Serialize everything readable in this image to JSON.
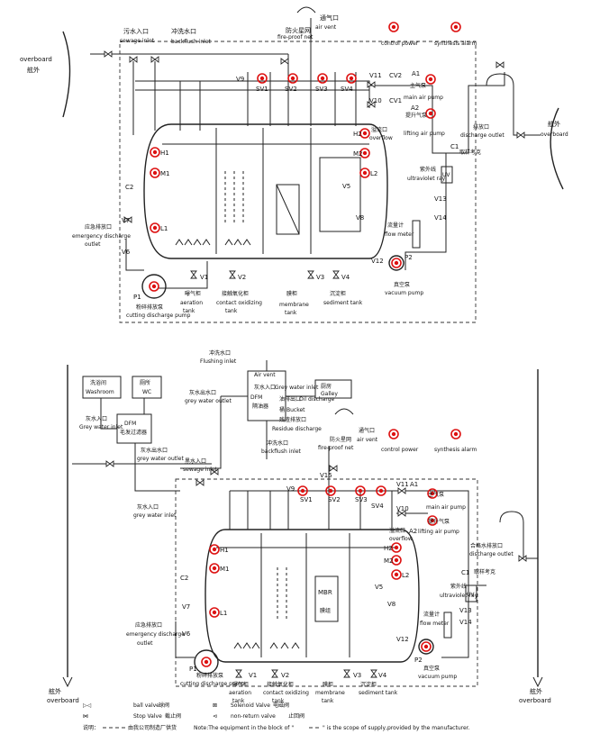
{
  "top": {
    "sewage_inlet_cn": "污水入口",
    "sewage_inlet_en": "sewage inlet",
    "backflush_cn": "冲洗水口",
    "backflush_en": "backflush inlet",
    "fireproof_cn": "防火星网",
    "fireproof_en": "fire-proof net",
    "airvent_cn": "通气口",
    "airvent_en": "air vent",
    "control_power_en": "control power",
    "synthesis_alarm_en": "synthesis alarm",
    "overboard_en": "overboard",
    "overboard_cn": "舷外",
    "overboard_r_cn": "舷外",
    "overboard_r_en": "overboard",
    "A1": "A1",
    "main_air_cn": "主气泵",
    "main_air_en": "main air pump",
    "A2": "A2",
    "lift_air_cn": "提升气泵",
    "lift_air_en": "lifting air pump",
    "discharge_cn": "排放口",
    "discharge_en": "discharge outlet",
    "sampling_cn": "取样考克",
    "overflow_cn": "溢流口",
    "overflow_en": "overflow",
    "uv_cn": "紫外线",
    "uv_en": "ultraviolet ray",
    "uv": "UV",
    "flow_cn": "流量计",
    "flow_en": "flow meter",
    "vacuum_cn": "真空泵",
    "vacuum_en": "vacuum pump",
    "emerg_cn": "应急排放口",
    "emerg_en": "emergency discharge",
    "outlet_en": "outlet",
    "cutting_cn": "粉碎排放泵",
    "cutting_en": "cutting discharge pump",
    "aeration_cn": "曝气柜",
    "aeration_en": "aeration",
    "tank_en": "tank",
    "contact_cn": "接触氧化柜",
    "contact_en": "contact oxidizing",
    "membrane_cn": "膜柜",
    "membrane_en": "membrane",
    "sediment_cn": "沉淀柜",
    "sediment_en": "sediment tank",
    "V9": "V9",
    "SV1": "SV1",
    "SV2": "SV2",
    "SV3": "SV3",
    "SV4": "SV4",
    "V11": "V11",
    "CV2": "CV2",
    "V10": "V10",
    "CV1": "CV1",
    "H1": "H1",
    "M1": "M1",
    "L1": "L1",
    "H2": "H2",
    "M2": "M2",
    "L2": "L2",
    "C2": "C2",
    "C1": "C1",
    "V7": "V7",
    "V6": "V6",
    "V5": "V5",
    "V8": "V8",
    "V12": "V12",
    "V13": "V13",
    "V14": "V14",
    "P1": "P1",
    "P2": "P2",
    "V1": "V1",
    "V2": "V2",
    "V3": "V3",
    "V4": "V4"
  },
  "bottom": {
    "washroom_cn": "洗浴间",
    "washroom_en": "Washroom",
    "wc_cn": "厕所",
    "wc_en": "WC",
    "flushing_cn": "冲洗水口",
    "flushing_en": "Flushing inlet",
    "airvent_en": "Air vent",
    "grey_in_cn": "灰水入口",
    "grey_in_en": "Grey water inlet",
    "oil_cn": "油排出口",
    "oil_en": "Oil discharge",
    "bucket_cn": "桶",
    "bucket_en": "Bucket",
    "residue_cn": "残渣排放口",
    "residue_en": "Residue discharge",
    "galley_cn": "厨房",
    "galley_en": "Galley",
    "dfm_o": "DFM",
    "dfm_o_cn": "隔油器",
    "grey_out_cn": "灰水出水口",
    "grey_out_en": "grey water outlet",
    "dfm_h": "DFM",
    "dfm_h_cn": "毛发过滤器",
    "grey_inlet_l_cn": "灰水入口",
    "grey_inlet_l_en": "Grey water inlet",
    "grey_out_l_cn": "灰水出水口",
    "grey_out_l_en": "grey water outlet",
    "sewage_in_cn": "黑水入口",
    "sewage_in_en": "sewage inlet",
    "backflush_cn": "冲洗水口",
    "backflush_en": "backflush inlet",
    "fireproof_cn": "防火星网",
    "fireproof_en": "fire-proof net",
    "airvent2_cn": "通气口",
    "airvent2_en": "air vent",
    "control_power_en": "control power",
    "synthesis_alarm_en": "synthesis alarm",
    "grey_water_inlet_cn": "灰水入口",
    "grey_water_inlet_en": "grey water inlet",
    "overboard_en": "overboard",
    "overboard_cn": "舷外",
    "overboard_r_cn": "舷外",
    "overboard_r_en": "overboard",
    "main_air_cn": "主气泵",
    "main_air_en": "main air pump",
    "lift_air_cn": "提升气泵",
    "lift_air_en": "lifting air pump",
    "overflow_cn": "溢流口",
    "overflow_en": "overflow",
    "discharge_cn": "合格水排放口",
    "discharge_en": "discharge outlet",
    "sampling_cn": "取样考克",
    "uv_cn": "紫外线",
    "uv_en": "ultraviolet ray",
    "uv": "UV",
    "flow_cn": "流量计",
    "flow_en": "flow meter",
    "vacuum_cn": "真空泵",
    "vacuum_en": "vacuum pump",
    "emerg_cn": "应急排放口",
    "emerg_en": "emergency discharge",
    "outlet_en": "outlet",
    "cutting_cn": "粉碎排放泵",
    "cutting_en": "cutting discharge pump",
    "aeration_cn": "曝气柜",
    "aeration_en": "aeration",
    "tank_en": "tank",
    "contact_cn": "接触氧化柜",
    "contact_en": "contact oxidizing",
    "membrane_cn": "膜柜",
    "membrane_en": "membrane",
    "sediment_cn": "沉淀柜",
    "sediment_en": "sediment tank",
    "mbr": "MBR",
    "mbr_cn": "膜组",
    "V15": "V15",
    "V9": "V9",
    "SV1": "SV1",
    "SV2": "SV2",
    "SV3": "SV3",
    "SV4": "SV4",
    "V11": "V11",
    "V10": "V10",
    "A1": "A1",
    "A2": "A2",
    "H1": "H1",
    "M1": "M1",
    "L1": "L1",
    "H2": "H2",
    "M2": "M2",
    "L2": "L2",
    "C1": "C1",
    "C2": "C2",
    "V7": "V7",
    "V6": "V6",
    "V5": "V5",
    "V8": "V8",
    "V12": "V12",
    "V13": "V13",
    "V14": "V14",
    "P1": "P1",
    "P2": "P2",
    "V1": "V1",
    "V2": "V2",
    "V3": "V3",
    "V4": "V4"
  },
  "legend": {
    "ball_en": "ball valve",
    "ball_cn": "球阀",
    "solenoid_en": "Solenoid Valve",
    "solenoid_cn": "电磁阀",
    "stop_en": "Stop Valve",
    "stop_cn": "截止阀",
    "nonreturn_en": "non-return valve",
    "nonreturn_cn": "止回阀",
    "note_cn": "说明：",
    "scope_cn": "由我公司制造厂供货",
    "note_en": "Note:The equipment in the block of \"",
    "note_en2": "\" is the scope of supply,provided by the manufacturer."
  }
}
